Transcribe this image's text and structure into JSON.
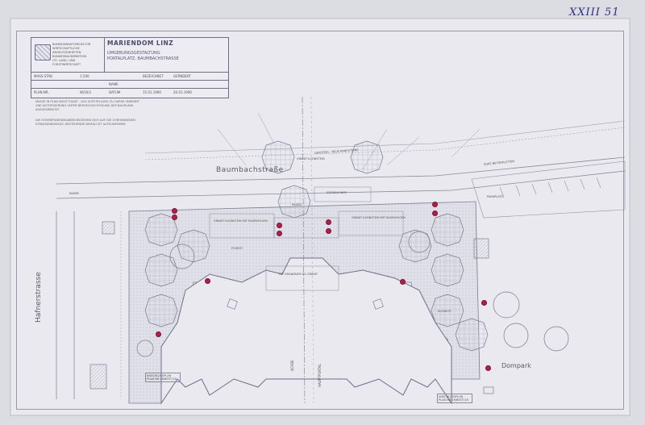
{
  "annotation": "XXIII 51",
  "title_block": {
    "header_text": "BUNDESMINISTERIUM FÜR WIRTSCHAFTLICHE ANGELEGENHEITEN\nBUNDESBAUDIREKTION\nOÖ. LAND- UND FORSTWIRTSCHAFT",
    "project": "MARIENDOM LINZ",
    "subtitle_1": "UMGEBUNGSGESTALTUNG",
    "subtitle_2": "PORTALPLATZ, BAUMBACHSTRASSE",
    "massstab_label": "MASS-STAB",
    "massstab_value": "1:200",
    "bezeichnet": "BEZEICHNET",
    "geaendert": "GEÄNDERT",
    "name_label": "NAME",
    "plan_nr_label": "PLAN-NR.",
    "plan_nr_value": "W/16/1",
    "datum_label": "DATUM",
    "date_1": "15.01.1990",
    "date_2": "20.01.1990"
  },
  "notes": [
    "MASSE IN PLAN NICHT EXAKT - AUS AUFSTELLUNG ZU GARSE UNKENNT VNE ALTSTEIGERUNG UNTER BERUECKSICHTIGUNG DES BAUPLANS AUSGEARBEITET",
    "DIE HÖHENPUNKTANGABEN BEZIEHEN SICH AUF DIE VORHANDENEN STRASSENNIVEAUS, BESTEHENDE NIVEAU IST AUFZUNEHMEN"
  ],
  "labels": {
    "baumbachstrasse": "Baumbachstraße",
    "hafnerstrasse": "Hafnerstrasse",
    "dompark": "Dompark",
    "achse": "ACHSE",
    "hauptportal": "HAUPTPORTAL",
    "granit_1": "GRANIT KLEINSTEIN",
    "granit_2": "GRANIT KLEINSTEIN MIT RASENFUGEN",
    "granit_3": "GRANIT KLEINSTEIN MIT RASENFUGEN",
    "granit_4": "MIT GRANDNER NO GRANIT",
    "rasen": "RASEN",
    "eisenbahner": "EISENBAHNER",
    "parkplatz": "PARKPLATZ",
    "rampe": "RAMPE",
    "podest": "PODEST",
    "kleinste": "KLEINSTE",
    "anschluss_1": "ANSCHLUSSPLAN PLAN NR 16/BEST/16",
    "anschluss_2": "ANSCHLUSSPLAN PLAN NR 16/BEST/16",
    "gehsteig": "GEHSTEIG - NEUE RANDSTEINE",
    "kurz_betonplatten": "KURZ BETONPLATTEN"
  },
  "colors": {
    "paper": "#e9e9ef",
    "line": "#6e6e88",
    "marker": "#b0204a"
  }
}
